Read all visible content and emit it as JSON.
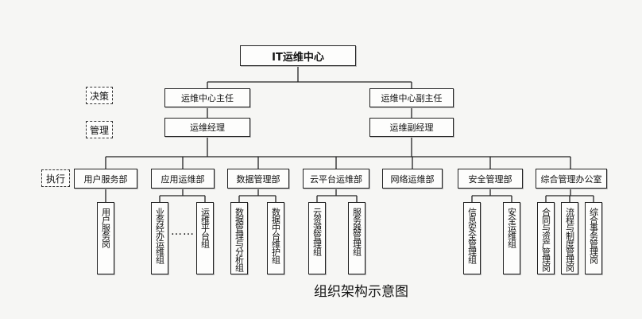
{
  "diagram": {
    "root": "IT运维中心",
    "tags": {
      "decision": "决策",
      "management": "管理",
      "execution": "执行"
    },
    "decision": {
      "left": "运维中心主任",
      "right": "运维中心副主任"
    },
    "management": {
      "left": "运维经理",
      "right": "运维副经理"
    },
    "departments": [
      "用户服务部",
      "应用运维部",
      "数据管理部",
      "云平台运维部",
      "网络运维部",
      "安全管理部",
      "综合管理办公室"
    ],
    "positions": {
      "user_service": [
        "用户服务岗"
      ],
      "app_ops": [
        "业务经办运维组",
        "运维平台组"
      ],
      "data_mgmt": [
        "数据管理与分析组",
        "数据中台维护组"
      ],
      "cloud_ops": [
        "云资源管理组",
        "服务器管理组"
      ],
      "security": [
        "信息安全管理组",
        "安全运维组"
      ],
      "general_office": [
        "合同与资产管理岗",
        "流程与制度管理岗",
        "综合事务管理岗"
      ]
    },
    "ellipsis": "……",
    "caption": "组织架构示意图"
  }
}
